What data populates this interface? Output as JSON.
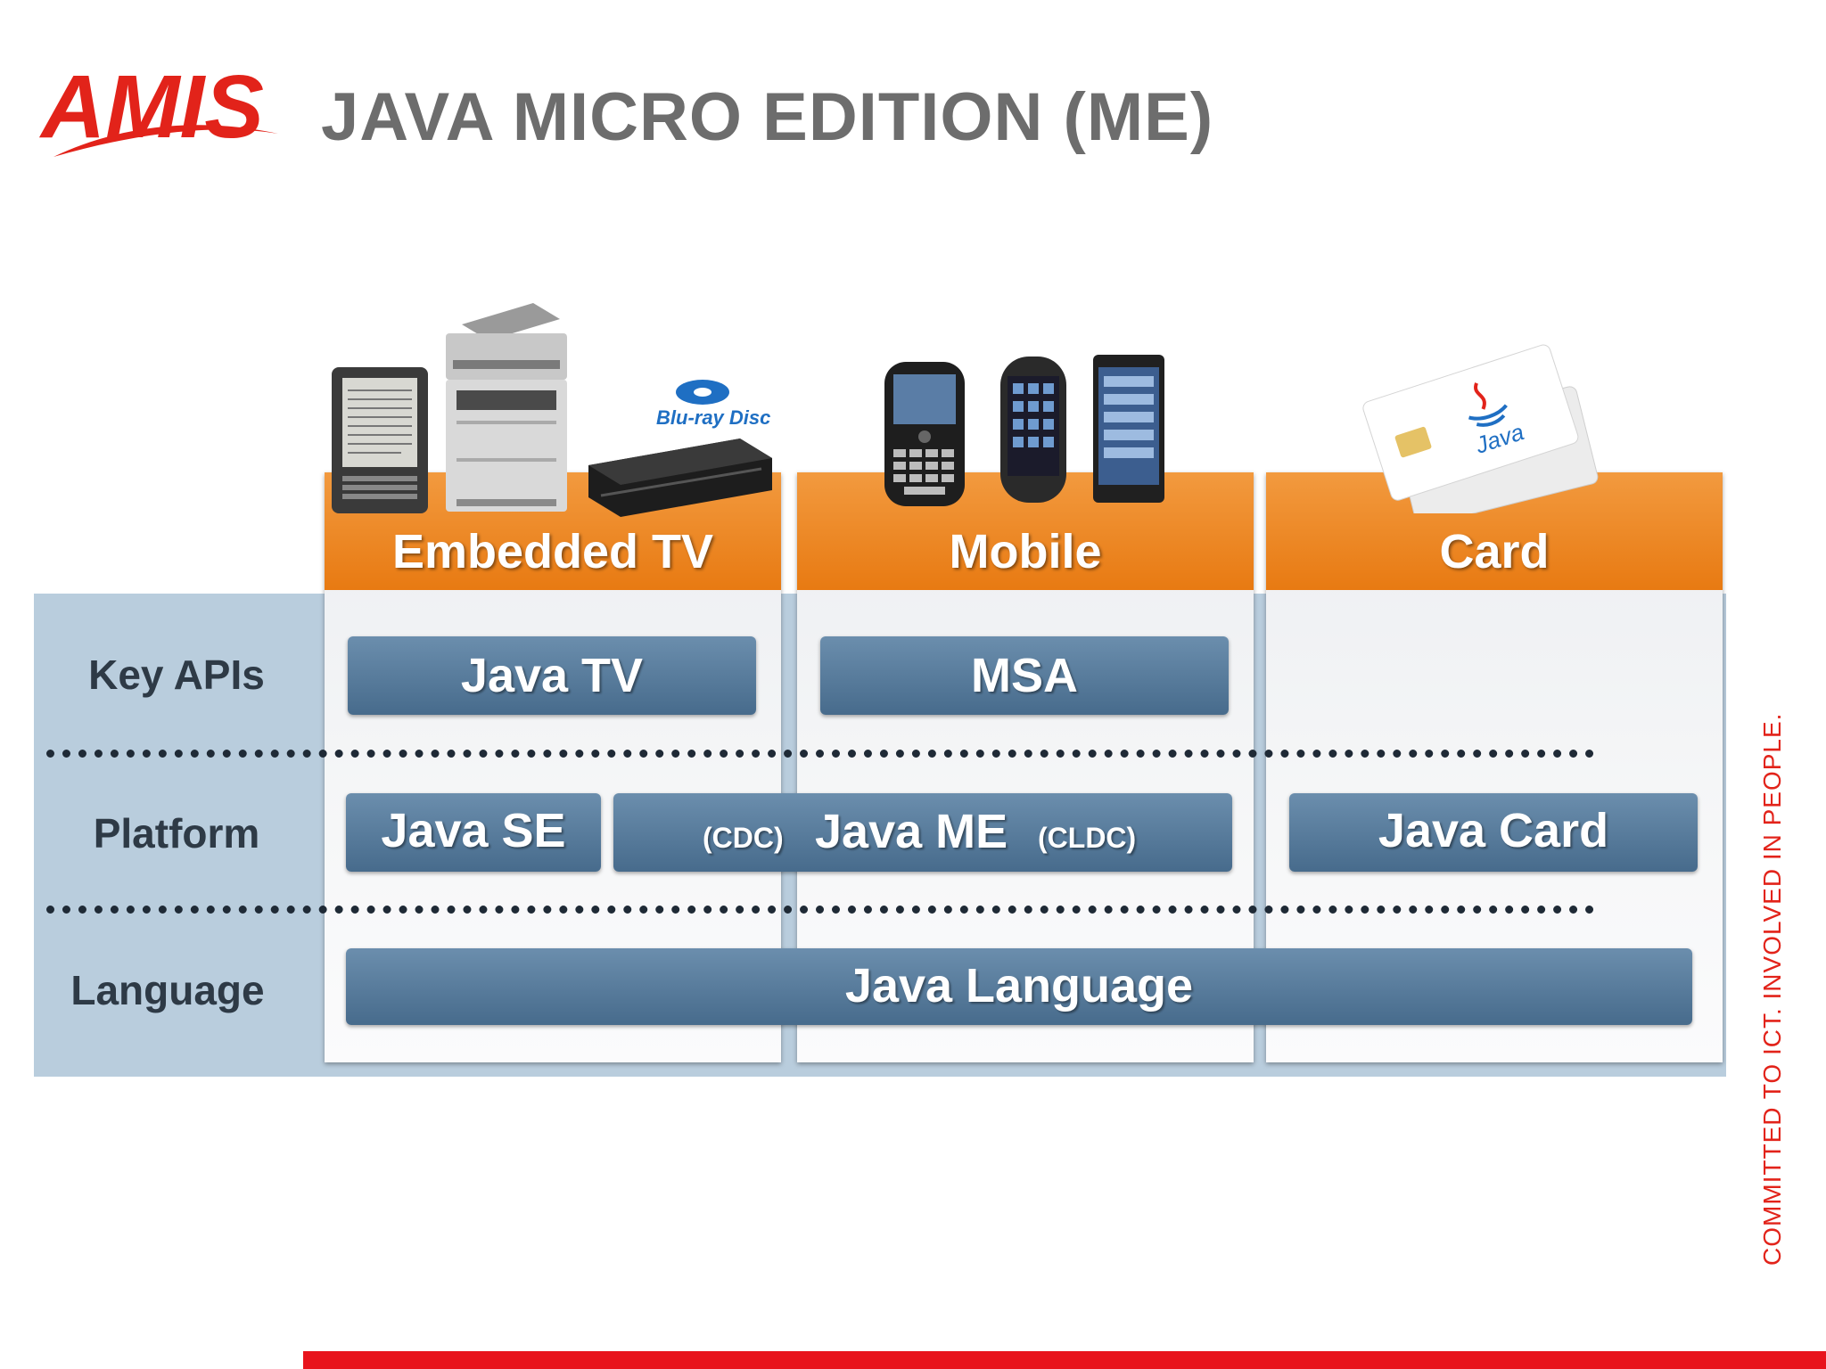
{
  "header": {
    "logo_text": "AMIS",
    "title": "JAVA MICRO EDITION (ME)"
  },
  "columns": [
    {
      "label": "Embedded TV"
    },
    {
      "label": "Mobile"
    },
    {
      "label": "Card"
    }
  ],
  "rows": {
    "key_apis": "Key APIs",
    "platform": "Platform",
    "language": "Language"
  },
  "boxes": {
    "java_tv": "Java TV",
    "msa": "MSA",
    "java_se": "Java SE",
    "cdc": "(CDC)",
    "java_me": "Java ME",
    "cldc": "(CLDC)",
    "java_card": "Java Card",
    "java_language": "Java Language"
  },
  "images": {
    "bluray_logo_text": "Blu-ray Disc",
    "card_logo_text": "Java"
  },
  "side_text": "COMMITTED TO ICT. INVOLVED IN PEOPLE.",
  "colors": {
    "accent_red": "#e2231a",
    "header_orange": "#e87a12",
    "pill_blue": "#4f7394",
    "band_blue": "#b9cddd",
    "title_gray": "#6d6d6d"
  }
}
